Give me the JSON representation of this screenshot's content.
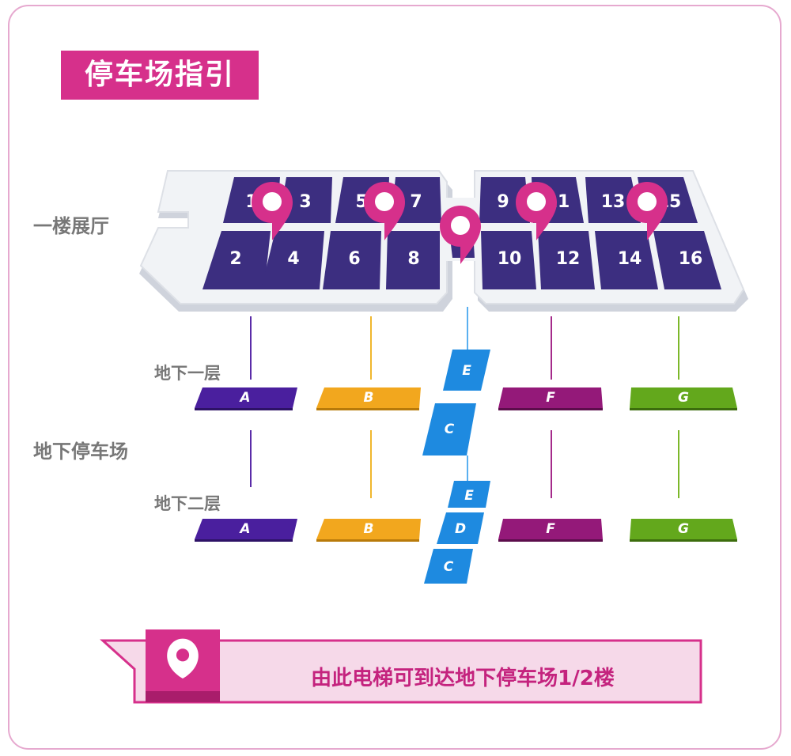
{
  "title": "停车场指引",
  "labels": {
    "floor1": "一楼展厅",
    "basement1": "地下一层",
    "parking": "地下停车场",
    "basement2": "地下二层"
  },
  "halls": {
    "top": [
      "1",
      "3",
      "5",
      "7",
      "9",
      "11",
      "13",
      "15"
    ],
    "bottom": [
      "2",
      "4",
      "6",
      "8",
      "10",
      "12",
      "14",
      "16"
    ]
  },
  "zones_b1": [
    "A",
    "B",
    "E",
    "C",
    "F",
    "G"
  ],
  "zones_b2": [
    "A",
    "B",
    "E",
    "D",
    "C",
    "F",
    "G"
  ],
  "colors": {
    "accent": "#d6308b",
    "hall": "#3c2e80",
    "zoneA": "#4a1f9e",
    "zoneB": "#f2a71e",
    "elevator": "#1e8ae0",
    "zoneF": "#941979",
    "zoneG": "#63a81c"
  },
  "banner": {
    "text": "由此电梯可到达地下停车场1/2楼",
    "icon": "location-pin-icon"
  }
}
